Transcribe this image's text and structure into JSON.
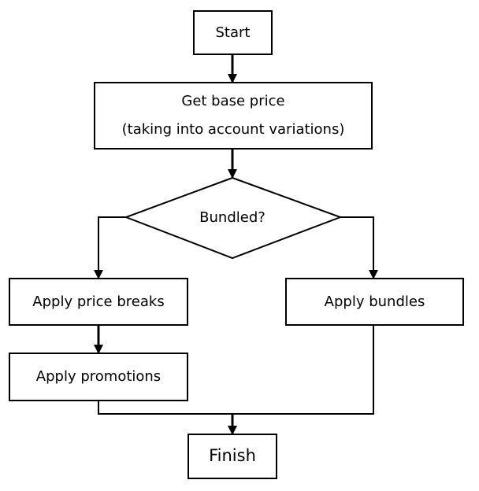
{
  "flowchart": {
    "start": {
      "label": "Start"
    },
    "get_base_price": {
      "line1": "Get base price",
      "line2": "(taking into account variations)"
    },
    "decision": {
      "label": "Bundled?"
    },
    "apply_price_breaks": {
      "label": "Apply price breaks"
    },
    "apply_promotions": {
      "label": "Apply promotions"
    },
    "apply_bundles": {
      "label": "Apply bundles"
    },
    "finish": {
      "label": "Finish"
    }
  },
  "colors": {
    "stroke": "#000000",
    "fill": "#ffffff"
  }
}
